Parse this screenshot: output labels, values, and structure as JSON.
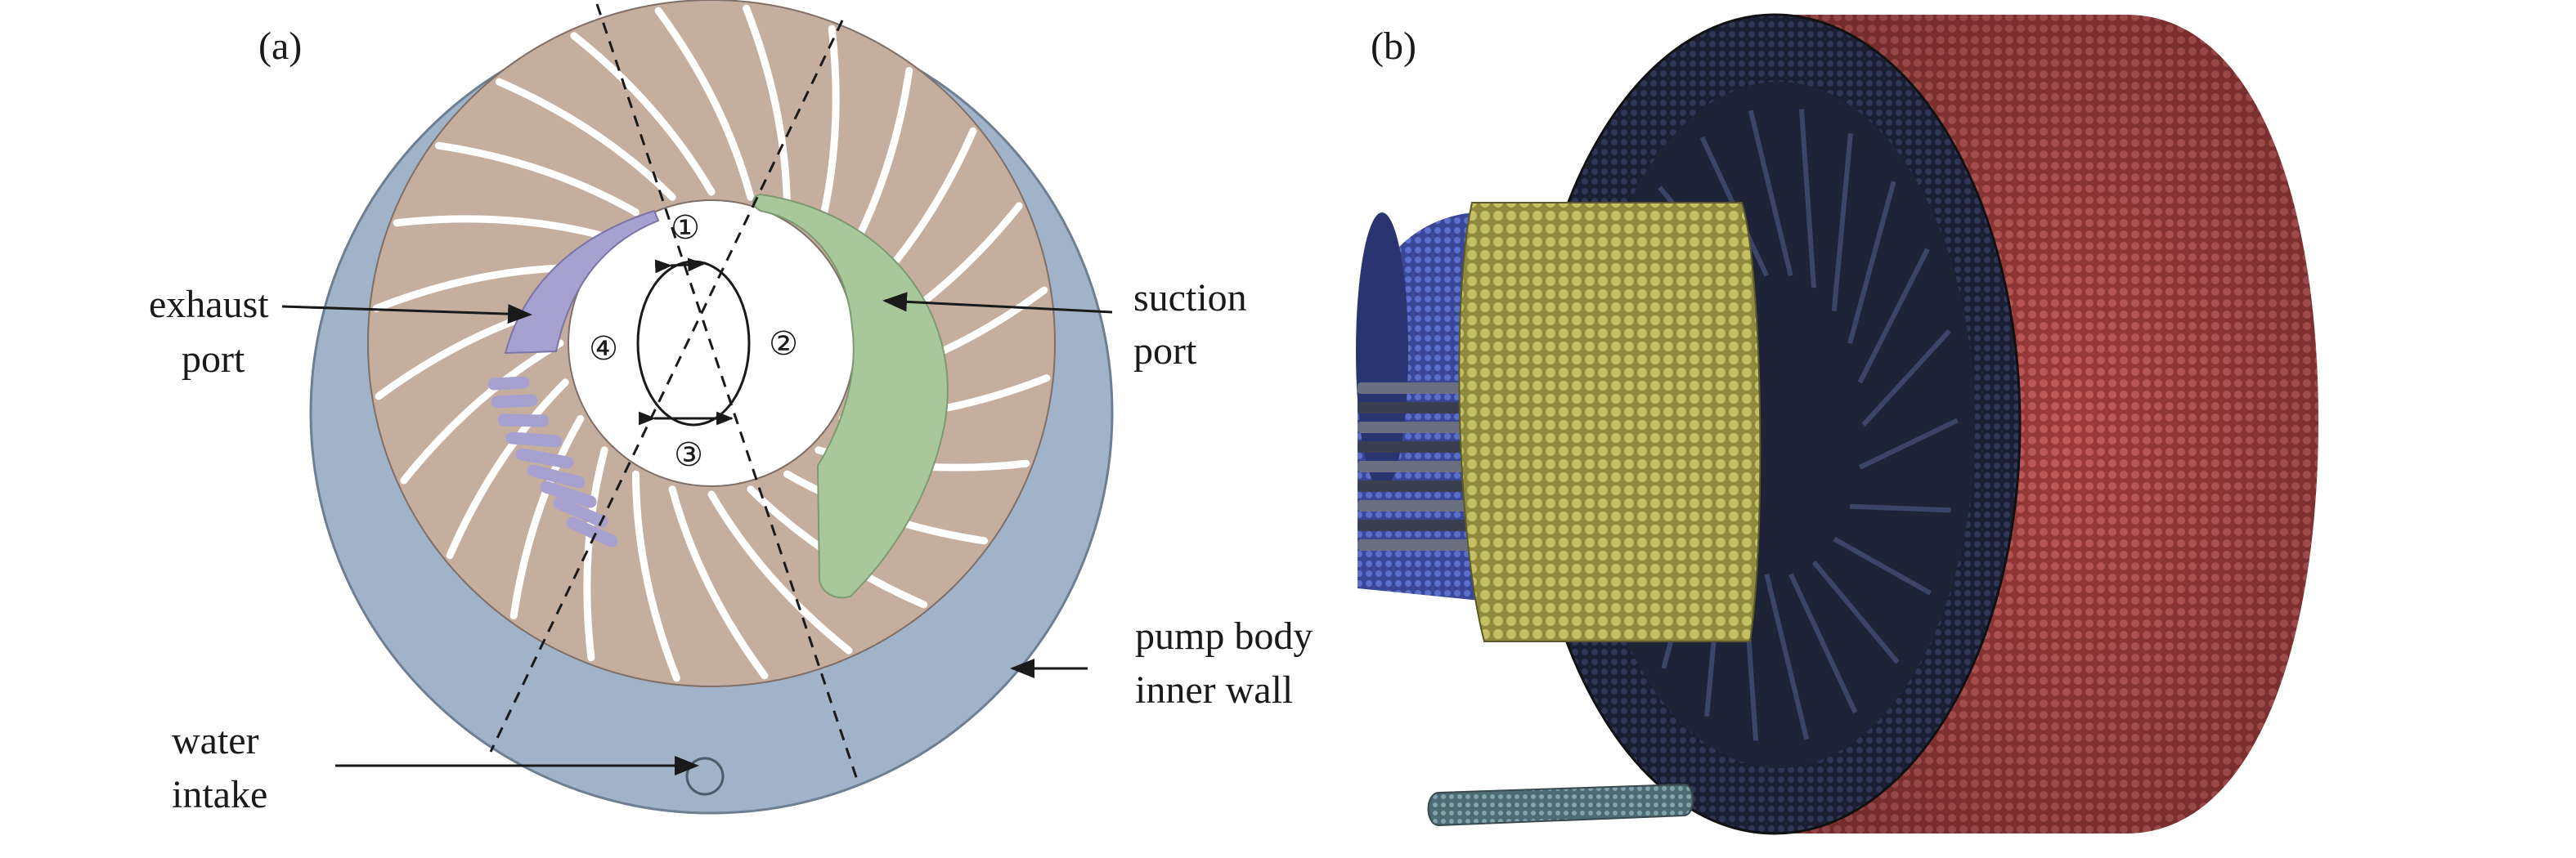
{
  "panels": {
    "a": {
      "label": "(a)",
      "annotations": {
        "exhaust_port": [
          "exhaust",
          "port"
        ],
        "suction_port": [
          "suction",
          "port"
        ],
        "pump_body_inner_wall": [
          "pump body",
          "inner wall"
        ],
        "water_intake": [
          "water",
          "intake"
        ]
      },
      "zones": [
        "①",
        "②",
        "③",
        "④"
      ]
    },
    "b": {
      "label": "(b)"
    }
  },
  "colors": {
    "pump_body": "#a1b3c8",
    "impeller": "#c6ae9f",
    "exhaust_port": "#a6a1cf",
    "suction_port": "#a8c79a",
    "mesh_red": "#b54a4a",
    "mesh_yellow": "#b3ad58",
    "mesh_blue": "#4e5fb8",
    "mesh_dark": "#262c45"
  }
}
